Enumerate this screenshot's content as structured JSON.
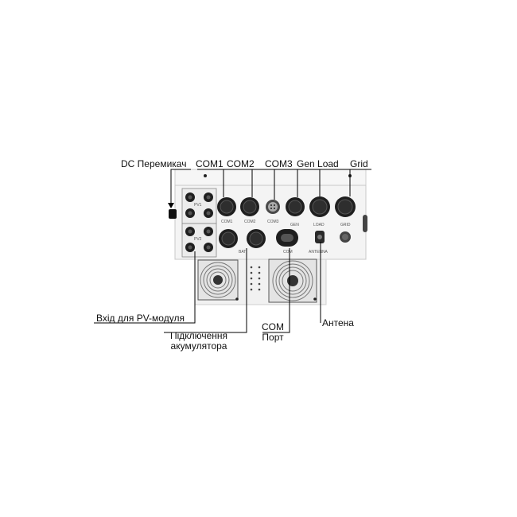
{
  "callouts": {
    "dc_switch": "DC Перемикач",
    "com1": "COM1",
    "com2": "COM2",
    "com3": "COM3",
    "gen_load": "Gen Load",
    "grid": "Grid",
    "pv_input": "Вхід для PV-модуля",
    "battery_line1": "Підключення",
    "battery_line2": "акумулятора",
    "com_port_line1": "COM",
    "com_port_line2": "Порт",
    "antenna": "Антена"
  },
  "panel_markings": {
    "pv1": "PV1",
    "pv2": "PV2",
    "com1": "COM1",
    "com2": "COM2",
    "com3": "COM3",
    "gen": "GEN",
    "load": "LOAD",
    "grid": "GRID",
    "bat": "BAT",
    "com": "COM",
    "antenna": "ANTENNA"
  },
  "colors": {
    "line": "#000000",
    "panel": "#f4f4f4",
    "connector": "#1f1f1f",
    "fan_grille": "#777777"
  }
}
